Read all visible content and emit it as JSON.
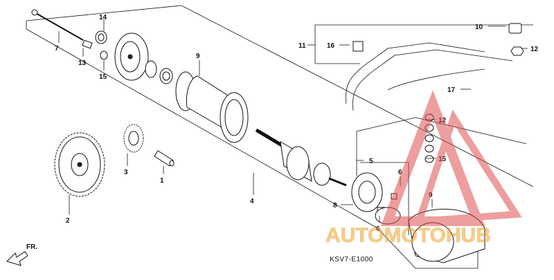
{
  "diagram": {
    "part_code": "KSV7-E1000",
    "fr_label": "FR.",
    "callouts": [
      "1",
      "2",
      "3",
      "4",
      "5",
      "6",
      "6",
      "7",
      "8",
      "9",
      "9",
      "10",
      "11",
      "12",
      "12",
      "13",
      "14",
      "15",
      "15",
      "16",
      "17"
    ]
  },
  "watermark": {
    "text": "AUTOMOTOHUB",
    "color_primary": "#f5a623",
    "color_secondary": "#e05050"
  }
}
